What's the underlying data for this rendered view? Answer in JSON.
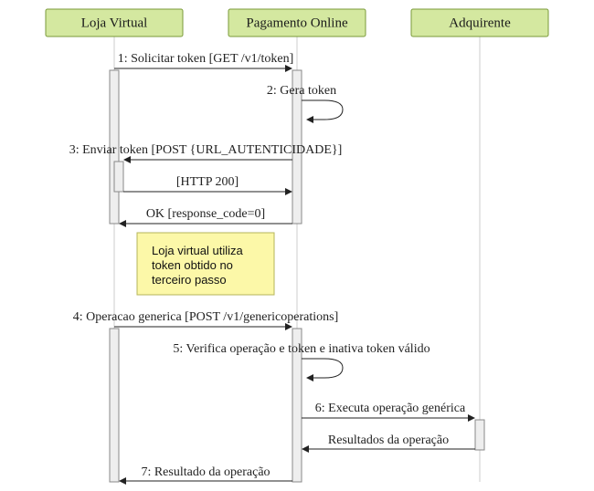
{
  "participants": {
    "loja": "Loja Virtual",
    "pagamento": "Pagamento Online",
    "adquirente": "Adquirente"
  },
  "messages": {
    "m1": "1: Solicitar token [GET /v1/token]",
    "m2": "2: Gera token",
    "m3": "3: Enviar token [POST {URL_AUTENTICIDADE}]",
    "m3_reply": "[HTTP 200]",
    "m1_reply": "OK [response_code=0]",
    "m4": "4: Operacao generica [POST /v1/genericoperations]",
    "m5": "5: Verifica operação e token e inativa token válido",
    "m6": "6: Executa operação genérica",
    "m6_reply": "Resultados da operação",
    "m7": "7: Resultado da operação"
  },
  "note": {
    "lines": [
      "Loja virtual utiliza",
      "token obtido no",
      "terceiro passo"
    ]
  },
  "colors": {
    "participant_fill": "#d4e8a0",
    "note_fill": "#fcf8a8"
  }
}
